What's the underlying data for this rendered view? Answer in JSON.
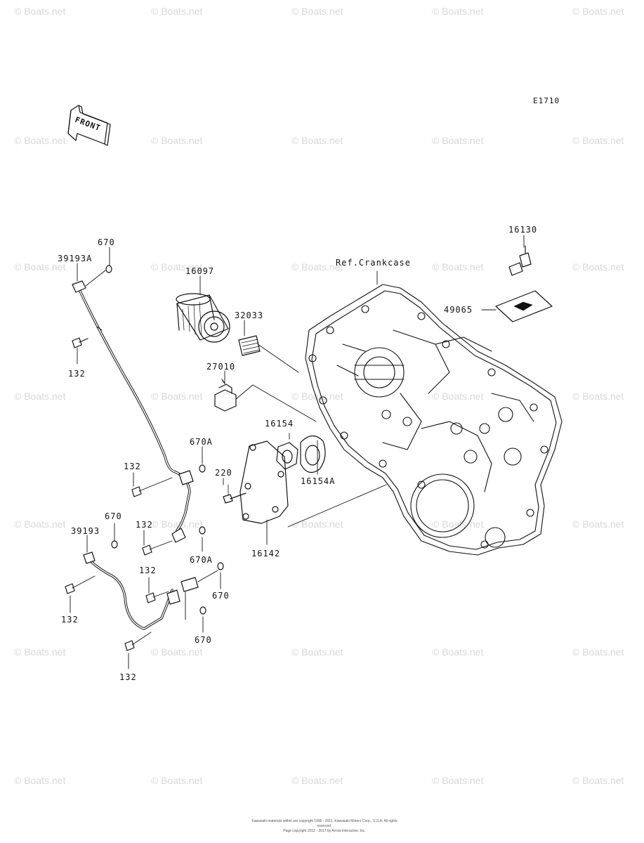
{
  "diagram": {
    "code": "E1710",
    "front_label": "FRONT",
    "ref_label": "Ref.Crankcase",
    "parts": [
      {
        "id": "670"
      },
      {
        "id": "39193A"
      },
      {
        "id": "132"
      },
      {
        "id": "16097"
      },
      {
        "id": "32033"
      },
      {
        "id": "27010"
      },
      {
        "id": "16154"
      },
      {
        "id": "16154A"
      },
      {
        "id": "670A"
      },
      {
        "id": "132"
      },
      {
        "id": "220"
      },
      {
        "id": "670"
      },
      {
        "id": "39193"
      },
      {
        "id": "132"
      },
      {
        "id": "670A"
      },
      {
        "id": "16142"
      },
      {
        "id": "132"
      },
      {
        "id": "670"
      },
      {
        "id": "132"
      },
      {
        "id": "670"
      },
      {
        "id": "132"
      },
      {
        "id": "16130"
      },
      {
        "id": "49065"
      }
    ]
  },
  "watermark": {
    "text": "© Boats.net"
  },
  "footer": {
    "copyright_line1": "Kawasaki materials within are copyright 1995 - 2011, Kawasaki Motors Corp., U.S.A. All rights reserved.",
    "copyright_line2": "Page copyright 2012 - 2017 by Arrow Interactive, Inc."
  }
}
